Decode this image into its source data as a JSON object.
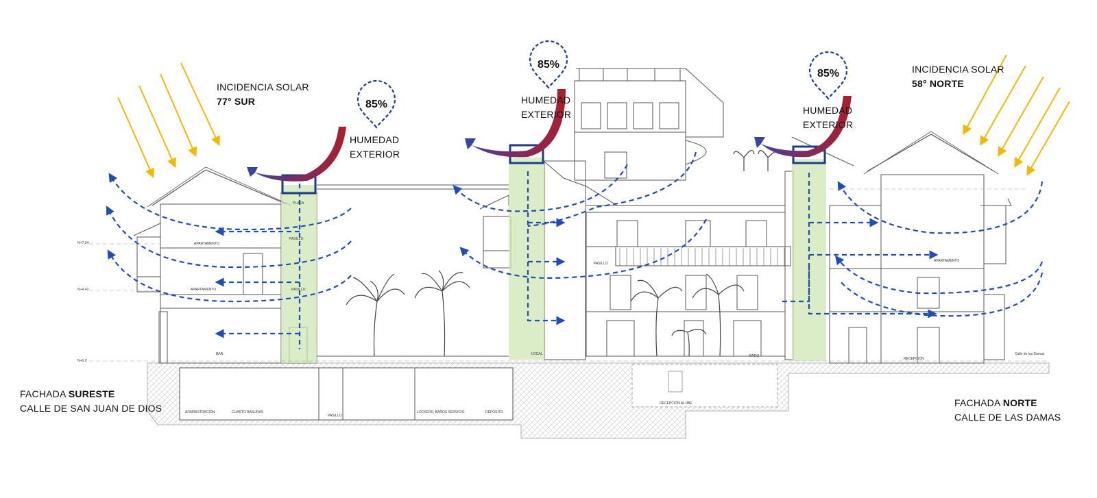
{
  "solar_left": {
    "line1": "INCIDENCIA SOLAR",
    "line2": "77° SUR"
  },
  "solar_right": {
    "line1": "INCIDENCIA SOLAR",
    "line2": "58° NORTE"
  },
  "humidity": [
    {
      "value": "85%",
      "line1": "HUMEDAD",
      "line2": "EXTERIOR"
    },
    {
      "value": "85%",
      "line1": "HUMEDAD",
      "line2": "EXTERIOR"
    },
    {
      "value": "85%",
      "line1": "HUMEDAD",
      "line2": "EXTERIOR"
    }
  ],
  "facade_left": {
    "prefix": "FACHADA ",
    "bold": "SURESTE",
    "street": "CALLE DE SAN JUAN DE DIOS"
  },
  "facade_right": {
    "prefix": "FACHADA ",
    "bold": "NORTE",
    "street": "CALLE DE LAS DAMAS"
  },
  "room_labels": {
    "placa": "PLACA",
    "pasillo_1": "PASILLO",
    "apartamento_1": "APARTAMENTO",
    "apartamento_2": "APARTAMENTO",
    "apartamento_3": "APARTAMENTO",
    "pasillo_2": "PASILLO",
    "pasillo_3": "PASILLO",
    "bar": "BAR",
    "local": "LOCAL",
    "patio": "PATIO",
    "recepcion": "RECEPCIÓN",
    "administracion": "ADMINISTRACIÓN",
    "cuarto_basuras": "CUARTO BASURAS",
    "pasillo_basement": "PASILLO",
    "lockers": "LOCKERS, BAÑOS SERVICIO",
    "deposito": "DEPÓSITO",
    "recepcion_sub": "RECEPCIÓN ALJIBE",
    "calle_damas": "Calle de las Damas"
  },
  "levels": {
    "n724": "N+7.24",
    "n443": "N+4.43",
    "n00": "N+0.0"
  },
  "colors": {
    "sun_ray": "#f5b800",
    "airflow": "#1f4db5",
    "shaft_fill": "#cfe7b4",
    "shaft_frame": "#1a3e8c",
    "humidity_arrow_start": "#a8202c",
    "humidity_arrow_end": "#3048a8",
    "pin": "#1a3e8c",
    "drawing": "#555555"
  }
}
